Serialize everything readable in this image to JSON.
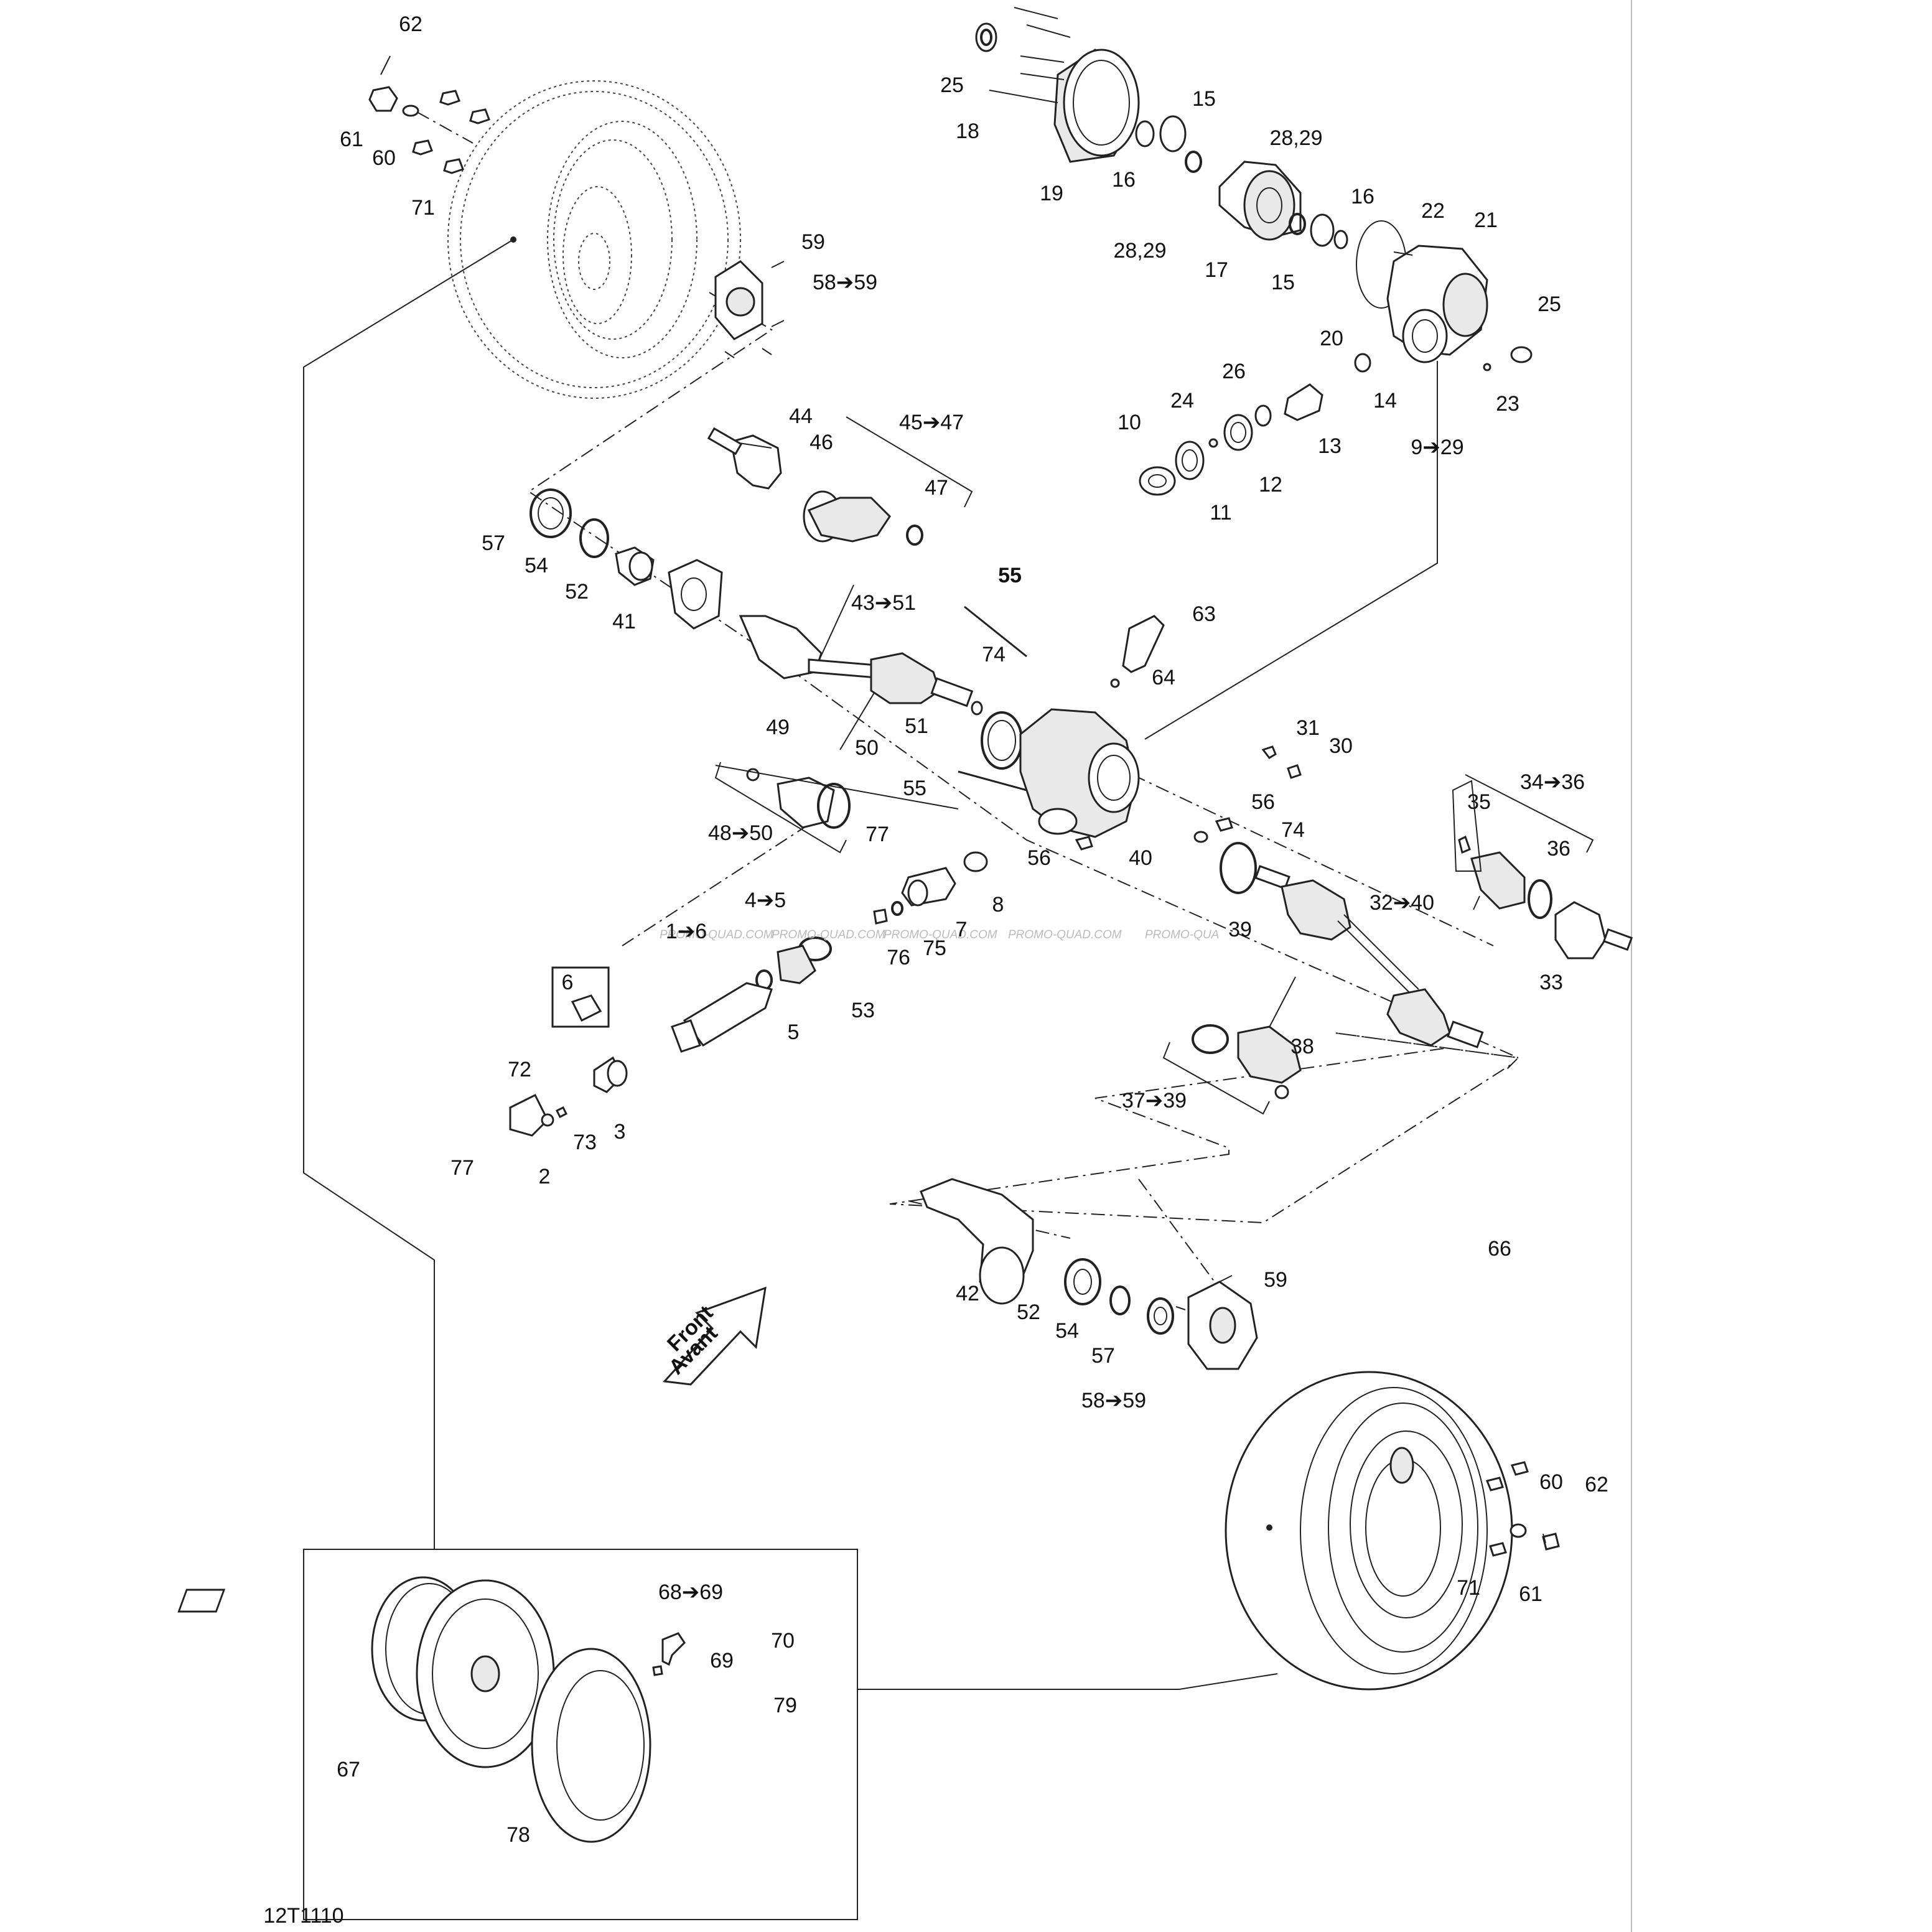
{
  "drawing_code": "12T1110",
  "front_arrow": {
    "line1": "Front",
    "line2": "Avant"
  },
  "watermark": [
    "PROMO-QUAD.COM",
    "PROMO-QUAD.COM",
    "PROMO-QUAD.COM",
    "PROMO-QUAD.COM",
    "PROMO-QUA"
  ],
  "callouts": [
    {
      "id": "62a",
      "text": "62"
    },
    {
      "id": "61a",
      "text": "61"
    },
    {
      "id": "60a",
      "text": "60"
    },
    {
      "id": "71a",
      "text": "71"
    },
    {
      "id": "59a",
      "text": "59"
    },
    {
      "id": "58a",
      "text": "58➔59"
    },
    {
      "id": "25a",
      "text": "25"
    },
    {
      "id": "18",
      "text": "18"
    },
    {
      "id": "19",
      "text": "19"
    },
    {
      "id": "16a",
      "text": "16"
    },
    {
      "id": "15a",
      "text": "15"
    },
    {
      "id": "2829a",
      "text": "28,29"
    },
    {
      "id": "2829b",
      "text": "28,29"
    },
    {
      "id": "16b",
      "text": "16"
    },
    {
      "id": "17",
      "text": "17"
    },
    {
      "id": "15b",
      "text": "15"
    },
    {
      "id": "22",
      "text": "22"
    },
    {
      "id": "21",
      "text": "21"
    },
    {
      "id": "20",
      "text": "20"
    },
    {
      "id": "25b",
      "text": "25"
    },
    {
      "id": "23",
      "text": "23"
    },
    {
      "id": "14",
      "text": "14"
    },
    {
      "id": "26",
      "text": "26"
    },
    {
      "id": "24",
      "text": "24"
    },
    {
      "id": "10",
      "text": "10"
    },
    {
      "id": "13",
      "text": "13"
    },
    {
      "id": "12",
      "text": "12"
    },
    {
      "id": "11",
      "text": "11"
    },
    {
      "id": "929",
      "text": "9➔29"
    },
    {
      "id": "44",
      "text": "44"
    },
    {
      "id": "46",
      "text": "46"
    },
    {
      "id": "4547",
      "text": "45➔47"
    },
    {
      "id": "47",
      "text": "47"
    },
    {
      "id": "57a",
      "text": "57"
    },
    {
      "id": "54a",
      "text": "54"
    },
    {
      "id": "52a",
      "text": "52"
    },
    {
      "id": "41",
      "text": "41"
    },
    {
      "id": "55a",
      "text": "55"
    },
    {
      "id": "4351",
      "text": "43➔51"
    },
    {
      "id": "63",
      "text": "63"
    },
    {
      "id": "74a",
      "text": "74"
    },
    {
      "id": "64",
      "text": "64"
    },
    {
      "id": "51",
      "text": "51"
    },
    {
      "id": "49",
      "text": "49"
    },
    {
      "id": "50",
      "text": "50"
    },
    {
      "id": "55b",
      "text": "55"
    },
    {
      "id": "31",
      "text": "31"
    },
    {
      "id": "30",
      "text": "30"
    },
    {
      "id": "3436",
      "text": "34➔36"
    },
    {
      "id": "35",
      "text": "35"
    },
    {
      "id": "36",
      "text": "36"
    },
    {
      "id": "4850",
      "text": "48➔50"
    },
    {
      "id": "77a",
      "text": "77"
    },
    {
      "id": "56a",
      "text": "56"
    },
    {
      "id": "56b",
      "text": "56"
    },
    {
      "id": "74b",
      "text": "74"
    },
    {
      "id": "40",
      "text": "40"
    },
    {
      "id": "3240",
      "text": "32➔40"
    },
    {
      "id": "8",
      "text": "8"
    },
    {
      "id": "7",
      "text": "7"
    },
    {
      "id": "45",
      "text": "4➔5"
    },
    {
      "id": "75",
      "text": "75"
    },
    {
      "id": "76",
      "text": "76"
    },
    {
      "id": "16c",
      "text": "1➔6"
    },
    {
      "id": "53",
      "text": "53"
    },
    {
      "id": "5",
      "text": "5"
    },
    {
      "id": "39",
      "text": "39"
    },
    {
      "id": "33",
      "text": "33"
    },
    {
      "id": "6",
      "text": "6"
    },
    {
      "id": "38",
      "text": "38"
    },
    {
      "id": "72",
      "text": "72"
    },
    {
      "id": "3",
      "text": "3"
    },
    {
      "id": "73",
      "text": "73"
    },
    {
      "id": "3739",
      "text": "37➔39"
    },
    {
      "id": "77b",
      "text": "77"
    },
    {
      "id": "2",
      "text": "2"
    },
    {
      "id": "66",
      "text": "66"
    },
    {
      "id": "59b",
      "text": "59"
    },
    {
      "id": "42",
      "text": "42"
    },
    {
      "id": "52b",
      "text": "52"
    },
    {
      "id": "54b",
      "text": "54"
    },
    {
      "id": "57b",
      "text": "57"
    },
    {
      "id": "58b",
      "text": "58➔59"
    },
    {
      "id": "60b",
      "text": "60"
    },
    {
      "id": "62b",
      "text": "62"
    },
    {
      "id": "71b",
      "text": "71"
    },
    {
      "id": "61b",
      "text": "61"
    },
    {
      "id": "6869",
      "text": "68➔69"
    },
    {
      "id": "70",
      "text": "70"
    },
    {
      "id": "69",
      "text": "69"
    },
    {
      "id": "79",
      "text": "79"
    },
    {
      "id": "67",
      "text": "67"
    },
    {
      "id": "78",
      "text": "78"
    }
  ]
}
